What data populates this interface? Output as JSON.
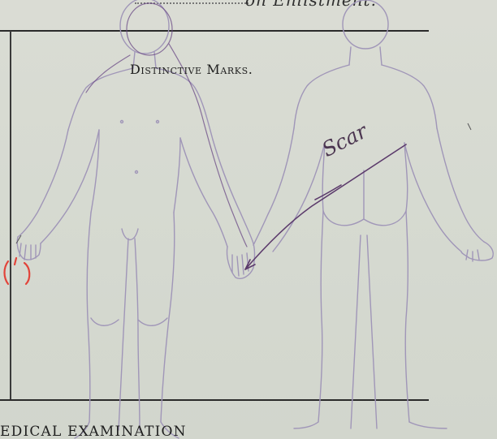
{
  "document": {
    "top_text": "on Enlistment.",
    "section_heading": "Distinctive Marks.",
    "bottom_heading": "EDICAL EXAMINATION",
    "handwritten_note": "Scar",
    "red_mark": "()"
  },
  "colors": {
    "paper": "#d9dcd3",
    "print": "#2a2a2a",
    "outline": "#9c90b3",
    "ink": "#5b3a6b",
    "red": "#e2443a"
  }
}
